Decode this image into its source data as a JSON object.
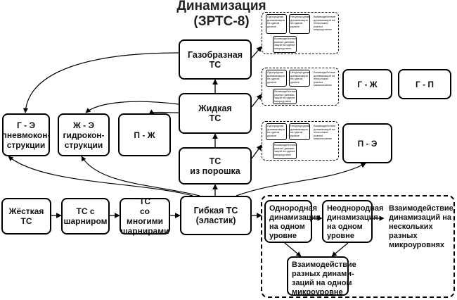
{
  "title": {
    "line1": "Динамизация",
    "line2": "(ЗРТС-8)"
  },
  "chain": {
    "rigid": "Жёсткая\nТС",
    "hinge": "ТС с\nшарниром",
    "many_hinges": "ТС\nсо многими\nшарнирами",
    "flexible": "Гибкая ТС\n(эластик)"
  },
  "states": {
    "powder": "ТС\nиз порошка",
    "liquid": "Жидкая\nТС",
    "gas": "Газобразная\nТС"
  },
  "pairs": {
    "g_e": "Г - Э\nпневмокон-\nструкции",
    "zh_e": "Ж - Э\nгидрокон-\nструкции",
    "p_zh": "П - Ж",
    "g_zh": "Г - Ж",
    "g_p": "Г - П",
    "p_e": "П - Э"
  },
  "detail": {
    "homogeneous": "Однородная\nдинамизация\nна одном\nуровне",
    "heterogeneous": "Неоднородная\nдинамизация\nна одном\nуровне",
    "multilevel": "Взаимодействие\nдинамизаций на\nнескольких разных\nмикроуровнях",
    "interaction": "Взаимодействие\nразных динами-\nзаций на одном\nмикроуровне"
  },
  "mini": {
    "homogeneous": "Однородная\nдинамизация\nна одном\nуровне",
    "heterogeneous": "Неоднородная\nдинамизация\nна одном\nуровне",
    "multilevel": "Взаимодействие\nдинамизаций на\nнескольких разных\nмикроуровнях",
    "interaction": "Взаимодействие\nразных динами-\nзаций на одном\nмикроуровне"
  }
}
